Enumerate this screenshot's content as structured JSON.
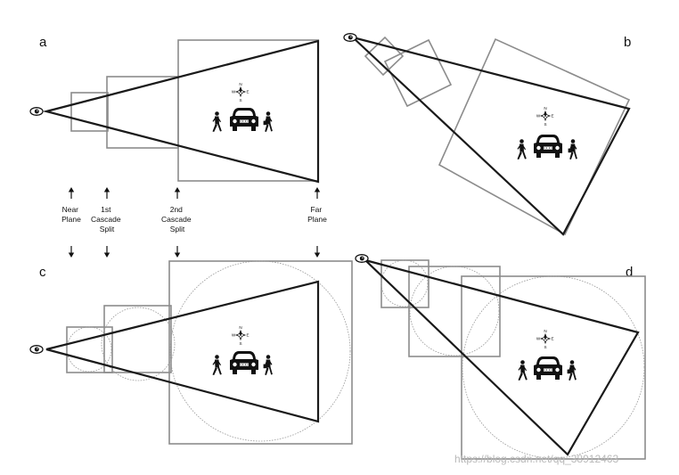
{
  "panels": {
    "a": {
      "letter": "a"
    },
    "b": {
      "letter": "b"
    },
    "c": {
      "letter": "c"
    },
    "d": {
      "letter": "d"
    }
  },
  "split_labels": {
    "near_plane": [
      "Near",
      "Plane"
    ],
    "split_1": [
      "1st",
      "Cascade",
      "Split"
    ],
    "split_2": [
      "2nd",
      "Cascade",
      "Split"
    ],
    "far_plane": [
      "Far",
      "Plane"
    ]
  },
  "compass": {
    "north": "N",
    "south": "S",
    "east": "E",
    "west": "W"
  },
  "watermark": "https://blog.csdn.net/qq_38912463",
  "icons": [
    "eye-icon",
    "compass-icon",
    "car-icon",
    "pedestrian-icon",
    "arrow-up-icon",
    "arrow-down-icon"
  ],
  "colors": {
    "frustum": "#1a1a1a",
    "cascade_box": "#8c8c8c",
    "bounding_circle": "#9a9a9a"
  }
}
